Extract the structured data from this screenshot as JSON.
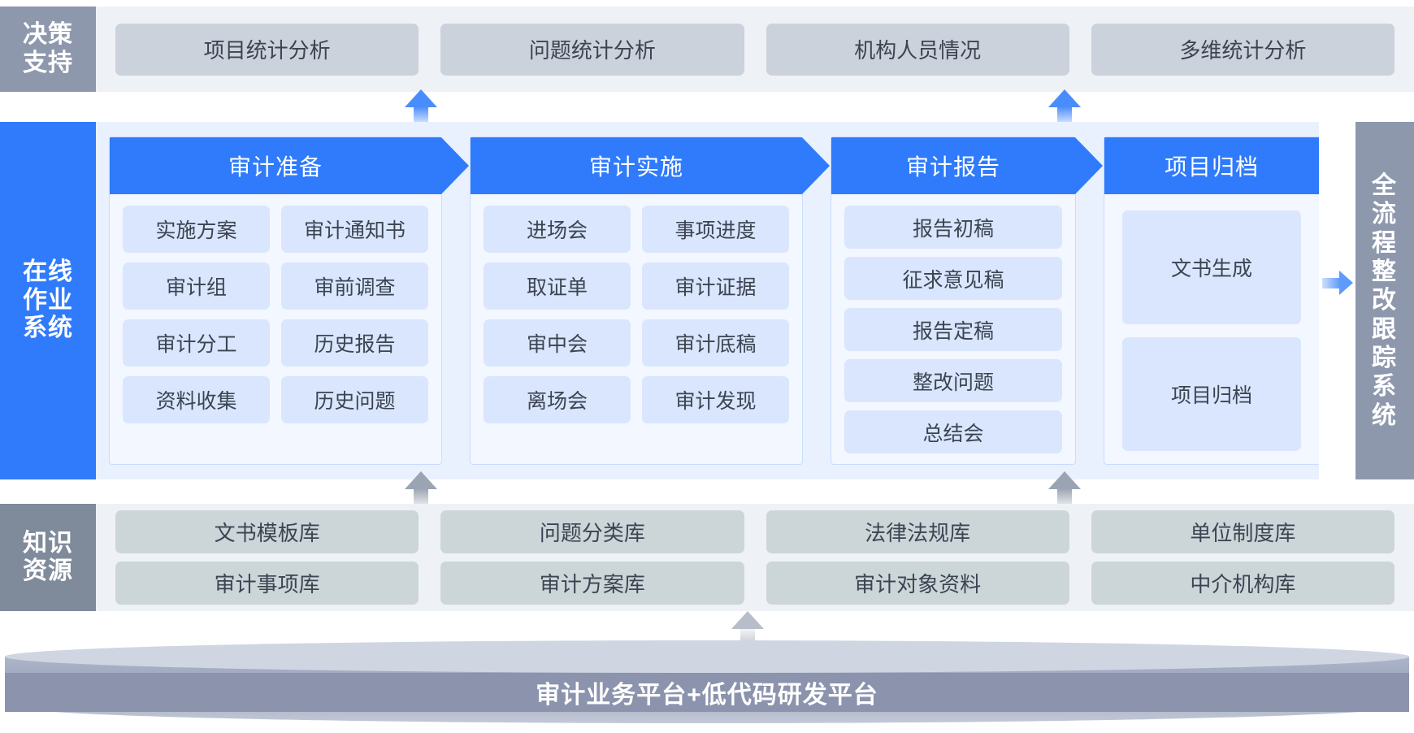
{
  "decision": {
    "label": "决策\n支持",
    "label_lines": [
      "决策",
      "支持"
    ],
    "cards": [
      "项目统计分析",
      "问题统计分析",
      "机构人员情况",
      "多维统计分析"
    ]
  },
  "online": {
    "label_lines": [
      "在线",
      "作业",
      "系统"
    ],
    "stages": [
      {
        "title": "审计准备",
        "layout": "two-col",
        "columns": [
          [
            "实施方案",
            "审计组",
            "审计分工",
            "资料收集"
          ],
          [
            "审计通知书",
            "审前调查",
            "历史报告",
            "历史问题"
          ]
        ]
      },
      {
        "title": "审计实施",
        "layout": "two-col",
        "columns": [
          [
            "进场会",
            "取证单",
            "审中会",
            "离场会"
          ],
          [
            "事项进度",
            "审计证据",
            "审计底稿",
            "审计发现"
          ]
        ]
      },
      {
        "title": "审计报告",
        "layout": "single",
        "items": [
          "报告初稿",
          "征求意见稿",
          "报告定稿",
          "整改问题",
          "总结会"
        ]
      },
      {
        "title": "项目归档",
        "layout": "tall",
        "items": [
          "文书生成",
          "项目归档"
        ]
      }
    ]
  },
  "tracking": {
    "label": "全流程整改跟踪系统"
  },
  "knowledge": {
    "label_lines": [
      "知识",
      "资源"
    ],
    "rows": [
      [
        "文书模板库",
        "问题分类库",
        "法律法规库",
        "单位制度库"
      ],
      [
        "审计事项库",
        "审计方案库",
        "审计对象资料",
        "中介机构库"
      ]
    ]
  },
  "platform": {
    "title": "审计业务平台+低代码研发平台"
  },
  "colors": {
    "decision_label_bg": "#8e98ad",
    "decision_card_bg": "#ccd2dc",
    "online_label_bg": "#2f7bfb",
    "stage_header_bg": "#2f7bfb",
    "item_chip_bg": "#d9e6fd",
    "knowledge_label_bg": "#7f8b9a",
    "knowledge_card_bg": "#ccd6d9",
    "tracking_bg": "#8e98ad",
    "platform_bg": "#8b93ad",
    "arrow_blue": "#4a8cfc",
    "arrow_grey": "#9aa4b2"
  }
}
